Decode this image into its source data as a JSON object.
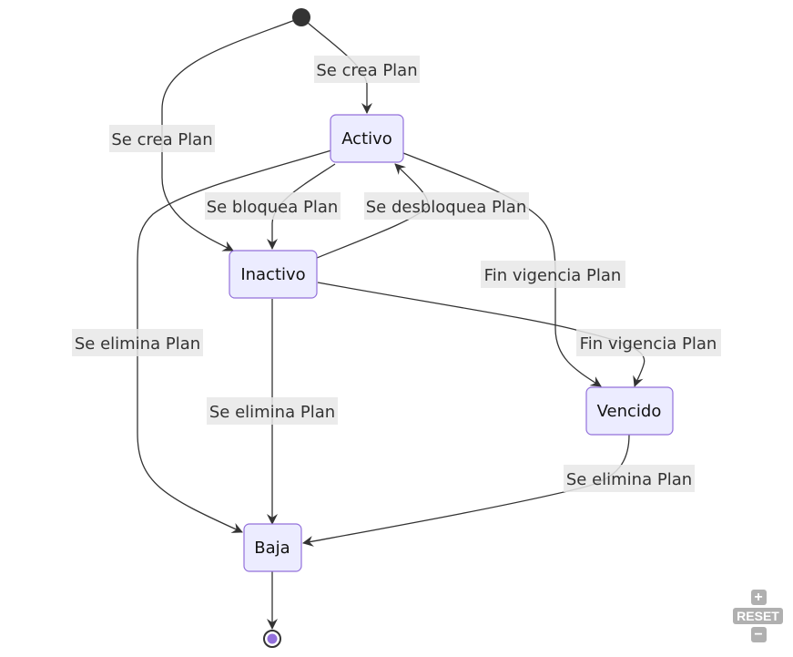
{
  "diagram": {
    "type": "state-diagram",
    "colors": {
      "node_fill": "#ECECFF",
      "node_border": "#9370DB",
      "edge": "#333333",
      "label_bg": "#e8e8e8",
      "start": "#333333",
      "end_fill": "#9370DB"
    },
    "states": [
      {
        "id": "activo",
        "label": "Activo"
      },
      {
        "id": "inactivo",
        "label": "Inactivo"
      },
      {
        "id": "vencido",
        "label": "Vencido"
      },
      {
        "id": "baja",
        "label": "Baja"
      }
    ],
    "start": {
      "id": "start",
      "semantic": "initial-state"
    },
    "end": {
      "id": "end",
      "semantic": "final-state"
    },
    "transitions": [
      {
        "from": "start",
        "to": "activo",
        "label": "Se crea Plan"
      },
      {
        "from": "start",
        "to": "inactivo",
        "label": "Se crea Plan"
      },
      {
        "from": "activo",
        "to": "inactivo",
        "label": "Se bloquea Plan"
      },
      {
        "from": "inactivo",
        "to": "activo",
        "label": "Se desbloquea Plan"
      },
      {
        "from": "activo",
        "to": "vencido",
        "label": "Fin vigencia Plan"
      },
      {
        "from": "inactivo",
        "to": "vencido",
        "label": "Fin vigencia Plan"
      },
      {
        "from": "activo",
        "to": "baja",
        "label": "Se elimina Plan"
      },
      {
        "from": "inactivo",
        "to": "baja",
        "label": "Se elimina Plan"
      },
      {
        "from": "vencido",
        "to": "baja",
        "label": "Se elimina Plan"
      },
      {
        "from": "baja",
        "to": "end",
        "label": ""
      }
    ]
  },
  "controls": {
    "zoom_in_icon": "plus-icon",
    "zoom_in_label": "+",
    "reset_label": "RESET",
    "zoom_out_icon": "minus-icon",
    "zoom_out_label": "−"
  }
}
